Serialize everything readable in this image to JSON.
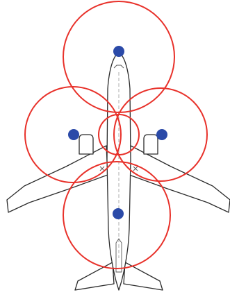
{
  "colors": {
    "coverage_ring": "#e8312a",
    "sensor_point": "#2b4aa8",
    "aircraft_outline": "#2b2b2b"
  },
  "icons": {
    "aircraft": "aircraft-top-view-icon"
  },
  "coverage_zones": [
    {
      "id": "nose"
    },
    {
      "id": "left-wing"
    },
    {
      "id": "center"
    },
    {
      "id": "right-wing"
    },
    {
      "id": "aft"
    }
  ]
}
